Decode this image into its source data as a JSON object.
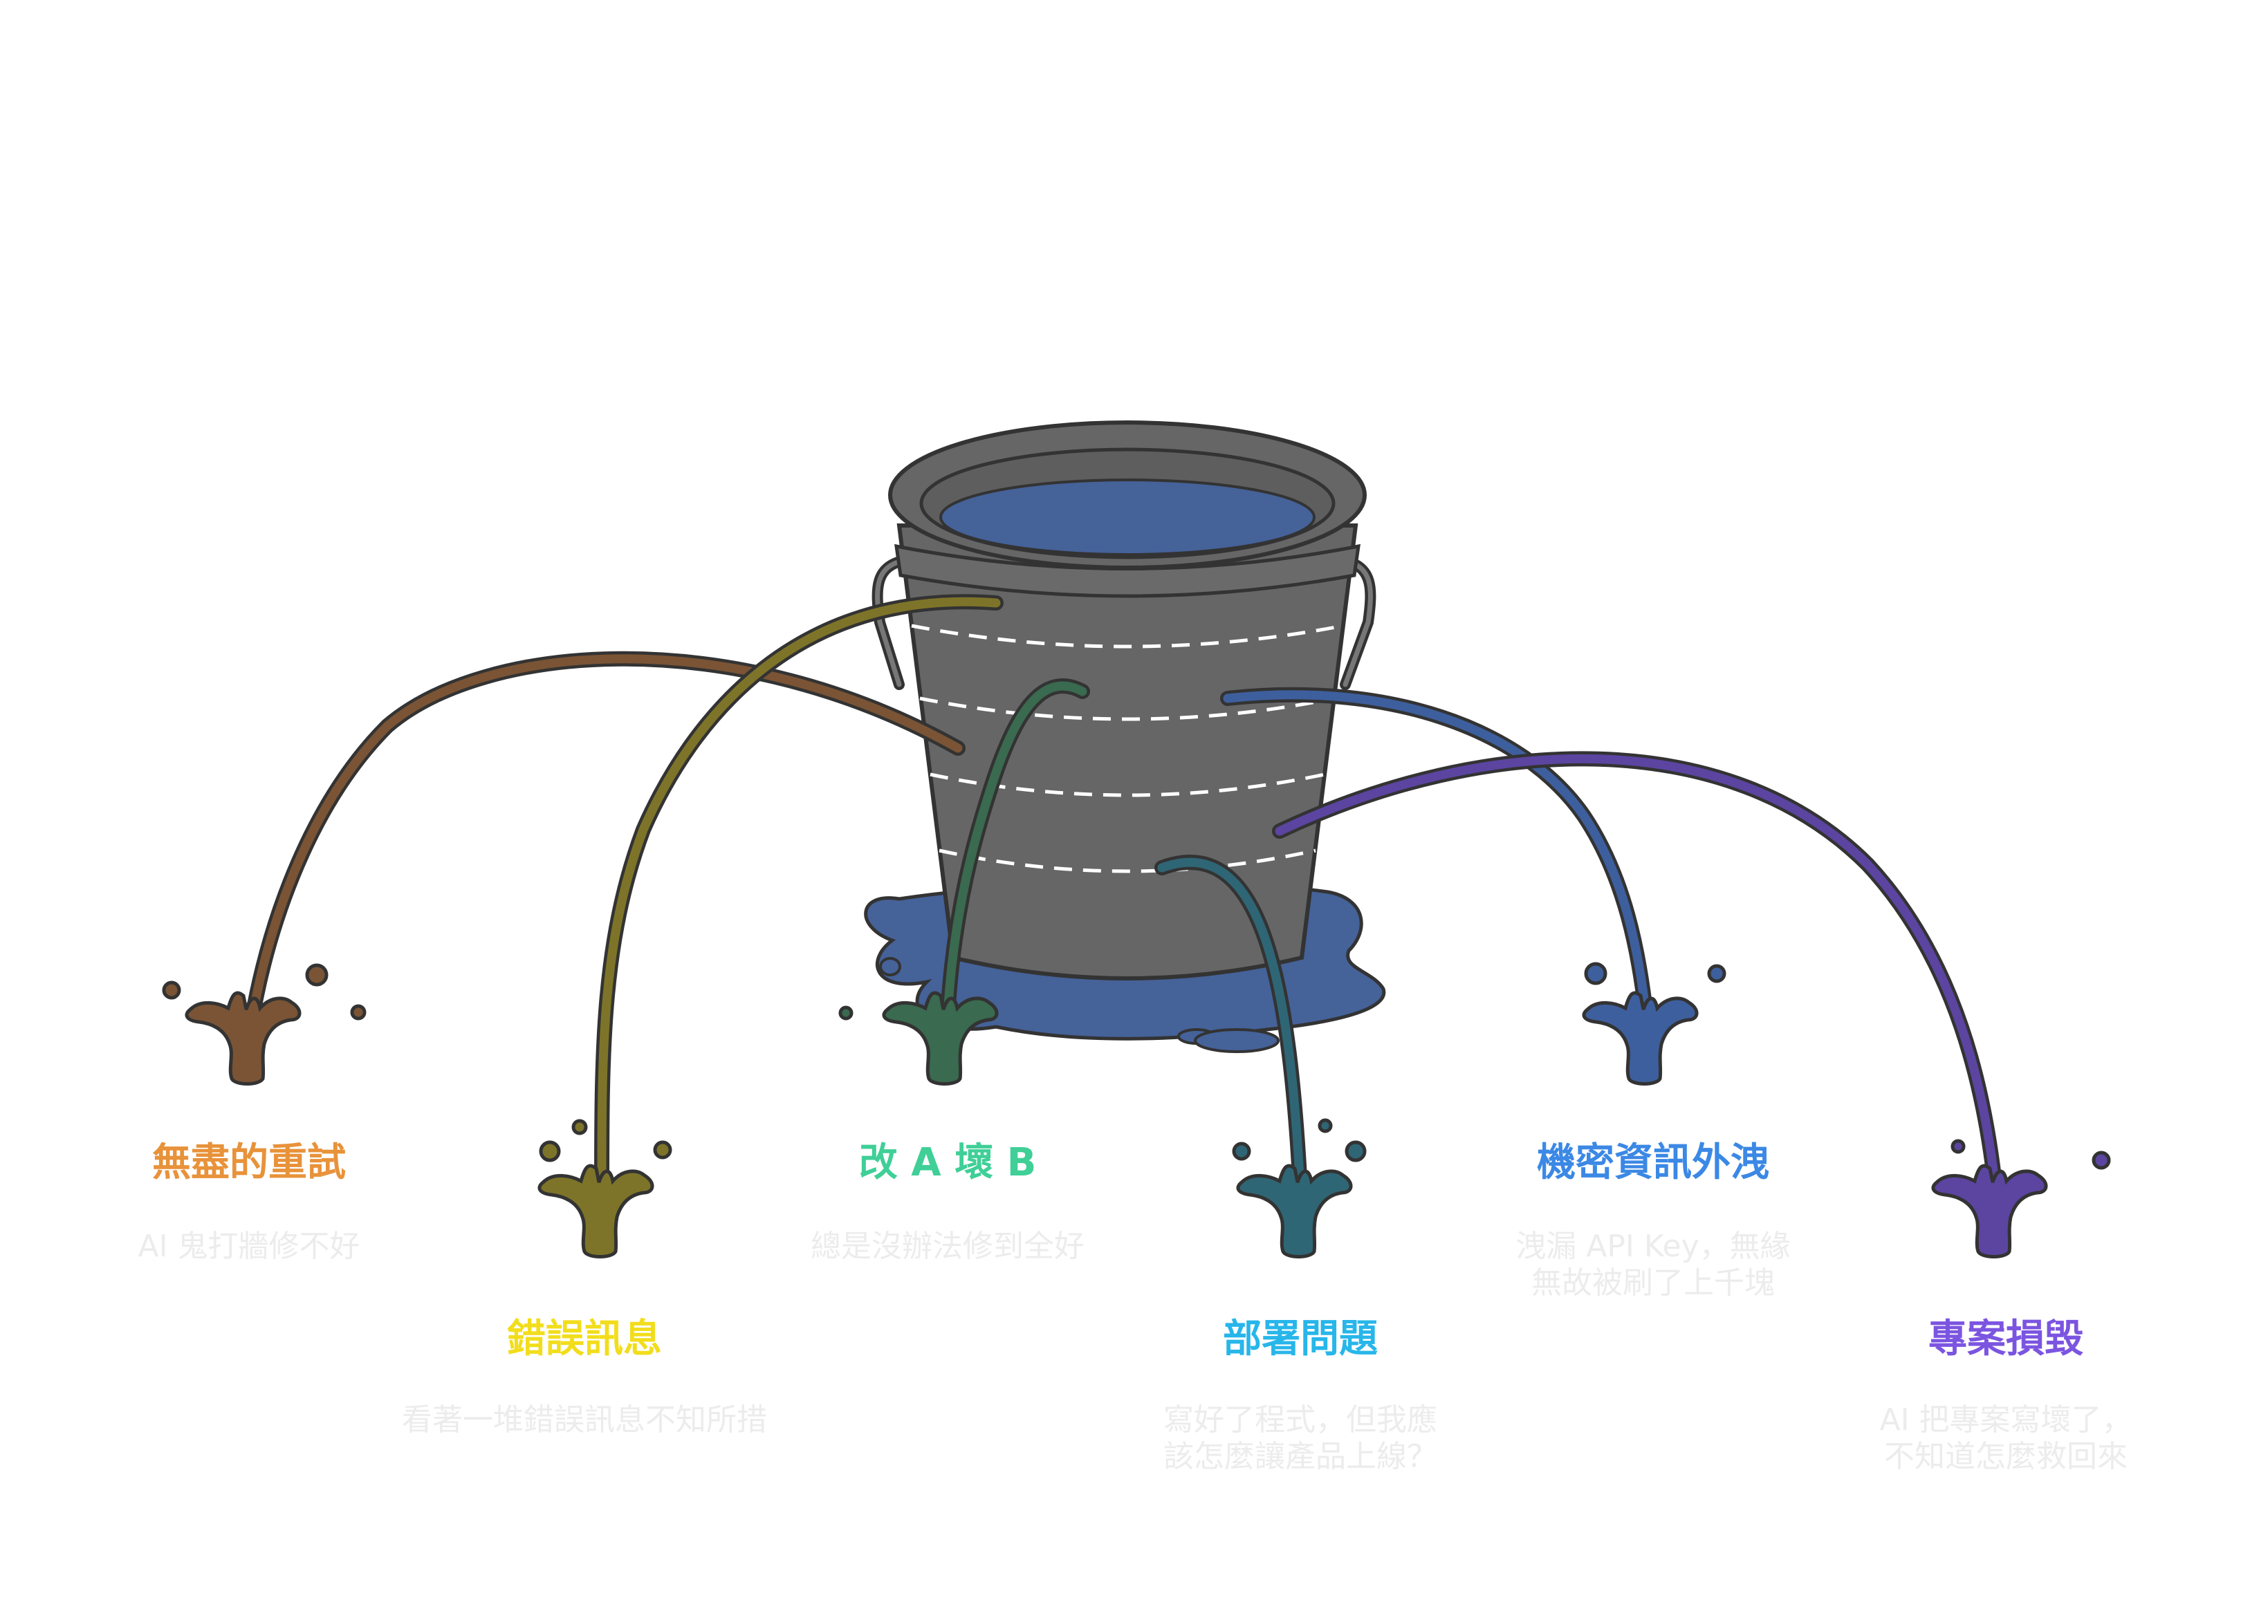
{
  "colors": {
    "bucket": "#666666",
    "outline": "#333333",
    "water": "#456299",
    "dash": "#ffffff",
    "subtitle": "#ececec"
  },
  "leaks": [
    {
      "id": "endless-retry",
      "title": "無盡的重試",
      "desc": "AI 鬼打牆修不好",
      "color": "#e8923a",
      "stream": "#7a5435"
    },
    {
      "id": "error-messages",
      "title": "錯誤訊息",
      "desc": "看著一堆錯誤訊息不知所措",
      "color": "#f2dd1c",
      "stream": "#7e7429"
    },
    {
      "id": "fix-a-break-b",
      "title": "改 A 壞 B",
      "desc": "總是沒辦法修到全好",
      "color": "#3fcf97",
      "stream": "#3a6a4f"
    },
    {
      "id": "deployment",
      "title": "部署問題",
      "desc": "寫好了程式，但我應\n該怎麼讓產品上線？",
      "color": "#27b6ea",
      "stream": "#2f6676"
    },
    {
      "id": "secret-leak",
      "title": "機密資訊外洩",
      "desc": "洩漏 API Key，無緣\n無故被刷了上千塊",
      "color": "#3b88e5",
      "stream": "#3e5f9d"
    },
    {
      "id": "project-destroyed",
      "title": "專案損毀",
      "desc": "AI 把專案寫壞了，\n不知道怎麼救回來",
      "color": "#7b55e0",
      "stream": "#5b45a0"
    }
  ]
}
